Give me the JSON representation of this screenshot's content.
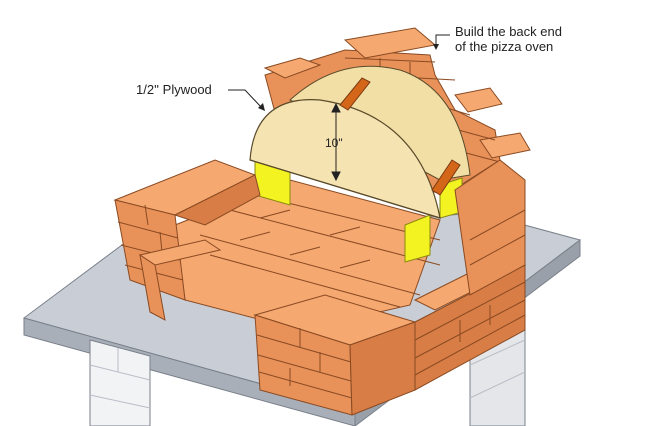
{
  "annotations": {
    "back_end_line1": "Build the back end",
    "back_end_line2": "of the pizza oven",
    "plywood": "1/2'' Plywood",
    "height_dim": "10\""
  },
  "colors": {
    "brick_top": "#F5A870",
    "brick_left": "#E8925A",
    "brick_right": "#D77D45",
    "mortar": "#8A4A22",
    "plywood": "#F2DFA6",
    "support_yellow": "#F3F321",
    "rail_orange": "#D4661A",
    "concrete_top": "#C9CED6",
    "concrete_side": "#A9AFB9",
    "block_white": "#F2F3F5"
  },
  "icons": [
    "leader-line",
    "dimension-arrow"
  ]
}
